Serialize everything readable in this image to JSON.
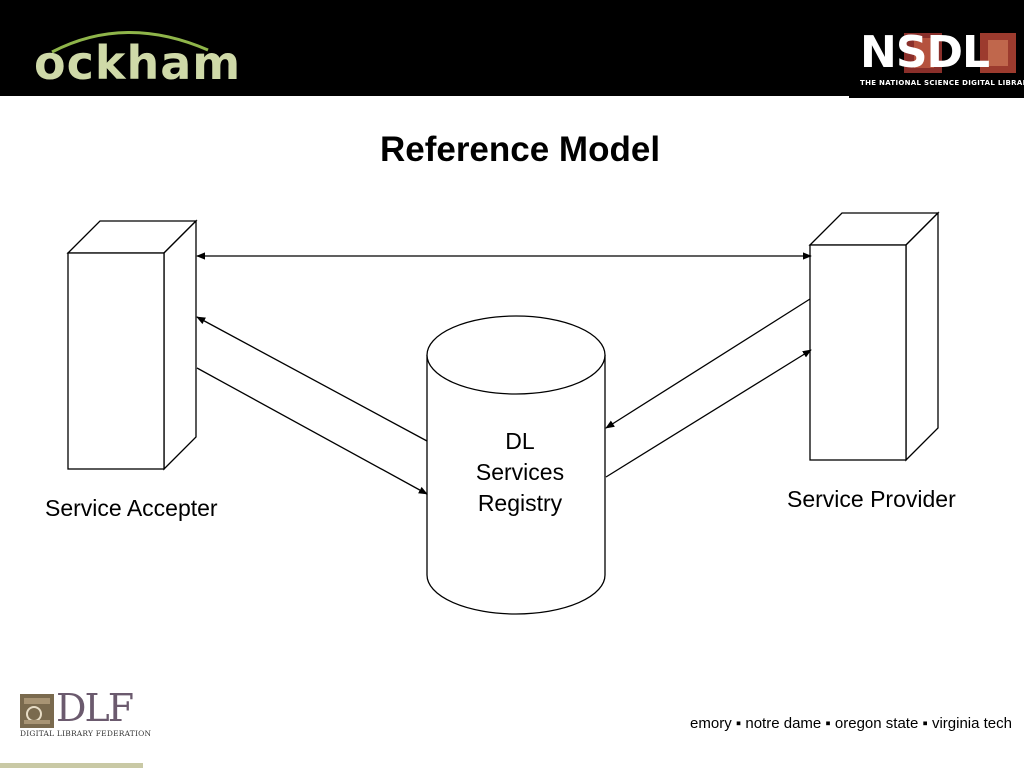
{
  "header": {
    "left_logo": "ockham",
    "right_logo": "NSDL",
    "right_logo_tagline": "THE NATIONAL SCIENCE DIGITAL LIBRARY"
  },
  "slide": {
    "title": "Reference Model"
  },
  "diagram": {
    "nodes": {
      "accepter": "Service Accepter",
      "provider": "Service Provider",
      "registry": [
        "DL",
        "Services",
        "Registry"
      ]
    }
  },
  "footer": {
    "logo": "DLF",
    "logo_tagline": "DIGITAL LIBRARY FEDERATION",
    "institutions": "emory ▪ notre dame ▪ oregon state ▪ virginia tech"
  },
  "colors": {
    "header_bg": "#000000",
    "ockham_text": "#cfd9a8",
    "accent_bar": "#c9c9a5"
  }
}
